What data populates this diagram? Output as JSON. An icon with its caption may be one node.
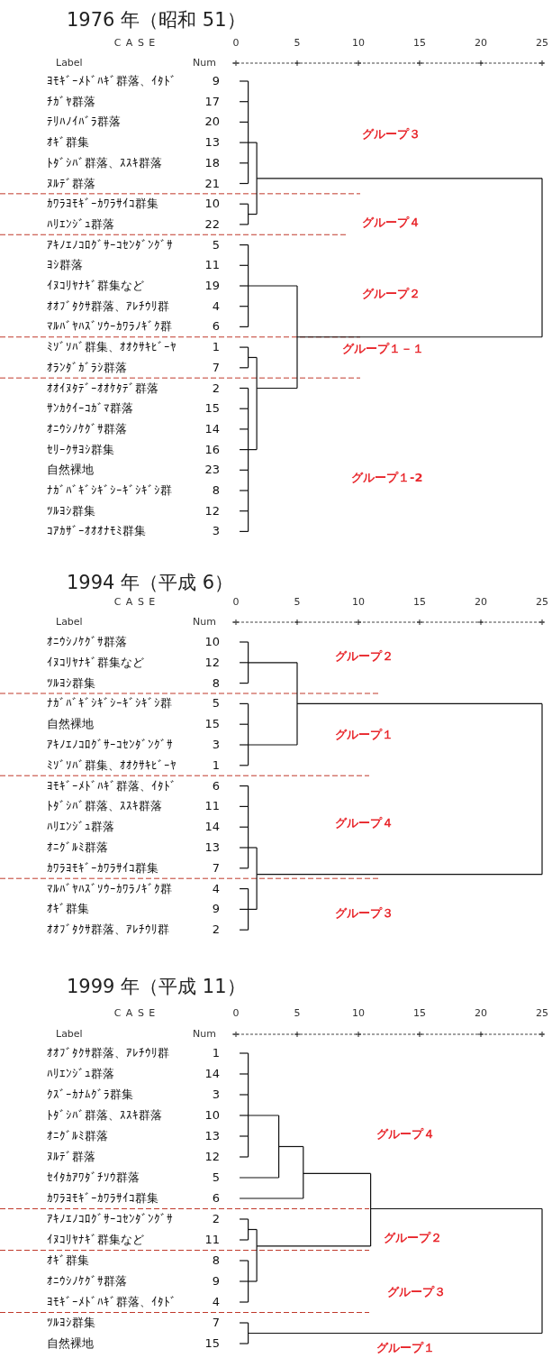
{
  "diagram": {
    "labels": [
      "1976 年（昭和 51）",
      "C A S E",
      "0",
      "5",
      "10",
      "15",
      "20",
      "25",
      "Label",
      "Num",
      "ﾖﾓｷﾞｰﾒﾄﾞﾊｷﾞ群落、ｲﾀﾄﾞ",
      "9",
      "ﾁｶﾞﾔ群落",
      "17",
      "ﾃﾘﾊﾉｲﾊﾞﾗ群落",
      "20",
      "ｵｷﾞ群集",
      "13",
      "ﾄﾀﾞｼﾊﾞ群落、ｽｽｷ群落",
      "18",
      "ﾇﾙﾃﾞ群落",
      "21",
      "ｶﾜﾗﾖﾓｷﾞｰｶﾜﾗｻｲｺ群集",
      "10",
      "ﾊﾘｴﾝｼﾞｭ群落",
      "22",
      "ｱｷﾉｴﾉｺﾛｸﾞｻｰｺｾﾝﾀﾞﾝｸﾞｻ",
      "5",
      "ﾖｼ群落",
      "11",
      "ｲﾇｺﾘﾔﾅｷﾞ群集など",
      "19",
      "ｵｵﾌﾞﾀｸｻ群落、ｱﾚﾁｳﾘ群",
      "4",
      "ﾏﾙﾊﾞﾔﾊｽﾞｿｳｰｶﾜﾗﾉｷﾞｸ群",
      "6",
      "ﾐｿﾞｿﾊﾞ群集、ｵｵｸｻｷﾋﾞｰﾔ",
      "1",
      "ｵﾗﾝﾀﾞｶﾞﾗｼ群落",
      "7",
      "ｵｵｲﾇﾀﾃﾞｰｵｵｹﾀﾃﾞ群落",
      "2",
      "ｻﾝｶｸｲｰｺｶﾞﾏ群落",
      "15",
      "ｵﾆｳｼﾉｹｸﾞｻ群落",
      "14",
      "ｾﾘｰｸｻﾖｼ群集",
      "16",
      "自然裸地",
      "23",
      "ﾅｶﾞﾊﾞｷﾞｼｷﾞｼｰｷﾞｼｷﾞｼ群",
      "8",
      "ﾂﾙﾖｼ群集",
      "12",
      "ｺｱｶｻﾞｰｵｵｵﾅﾓﾐ群集",
      "3",
      "グループ３",
      "グループ４",
      "グループ２",
      "グループ１－１",
      "グループ１-2",
      "1994 年（平成 6）",
      "C A S E",
      "0",
      "5",
      "10",
      "15",
      "20",
      "25",
      "Label",
      "Num",
      "ｵﾆｳｼﾉｹｸﾞｻ群落",
      "10",
      "ｲﾇｺﾘﾔﾅｷﾞ群集など",
      "12",
      "ﾂﾙﾖｼ群集",
      "8",
      "ﾅｶﾞﾊﾞｷﾞｼｷﾞｼｰｷﾞｼｷﾞｼ群",
      "5",
      "自然裸地",
      "15",
      "ｱｷﾉｴﾉｺﾛｸﾞｻｰｺｾﾝﾀﾞﾝｸﾞｻ",
      "3",
      "ﾐｿﾞｿﾊﾞ群集、ｵｵｸｻｷﾋﾞｰﾔ",
      "1",
      "ﾖﾓｷﾞｰﾒﾄﾞﾊｷﾞ群落、ｲﾀﾄﾞ",
      "6",
      "ﾄﾀﾞｼﾊﾞ群落、ｽｽｷ群落",
      "11",
      "ﾊﾘｴﾝｼﾞｭ群落",
      "14",
      "ｵﾆｸﾞﾙﾐ群落",
      "13",
      "ｶﾜﾗﾖﾓｷﾞｰｶﾜﾗｻｲｺ群集",
      "7",
      "ﾏﾙﾊﾞﾔﾊｽﾞｿｳｰｶﾜﾗﾉｷﾞｸ群",
      "4",
      "ｵｷﾞ群集",
      "9",
      "ｵｵﾌﾞﾀｸｻ群落、ｱﾚﾁｳﾘ群",
      "2",
      "グループ２",
      "グループ１",
      "グループ４",
      "グループ３",
      "1999 年（平成 11）",
      "C A S E",
      "0",
      "5",
      "10",
      "15",
      "20",
      "25",
      "Label",
      "Num",
      "ｵｵﾌﾞﾀｸｻ群落、ｱﾚﾁｳﾘ群",
      "1",
      "ﾊﾘｴﾝｼﾞｭ群落",
      "14",
      "ｸｽﾞｰｶﾅﾑｸﾞﾗ群集",
      "3",
      "ﾄﾀﾞｼﾊﾞ群落、ｽｽｷ群落",
      "10",
      "ｵﾆｸﾞﾙﾐ群落",
      "13",
      "ﾇﾙﾃﾞ群落",
      "12",
      "ｾｲﾀｶｱﾜﾀﾞﾁｿｳ群落",
      "5",
      "ｶﾜﾗﾖﾓｷﾞｰｶﾜﾗｻｲｺ群集",
      "6",
      "ｱｷﾉｴﾉｺﾛｸﾞｻｰｺｾﾝﾀﾞﾝｸﾞｻ",
      "2",
      "ｲﾇｺﾘﾔﾅｷﾞ群集など",
      "11",
      "ｵｷﾞ群集",
      "8",
      "ｵﾆｳｼﾉｹｸﾞｻ群落",
      "9",
      "ﾖﾓｷﾞｰﾒﾄﾞﾊｷﾞ群落、ｲﾀﾄﾞ",
      "4",
      "ﾂﾙﾖｼ群集",
      "7",
      "自然裸地",
      "15",
      "グループ４",
      "グループ２",
      "グループ３",
      "グループ１"
    ]
  }
}
